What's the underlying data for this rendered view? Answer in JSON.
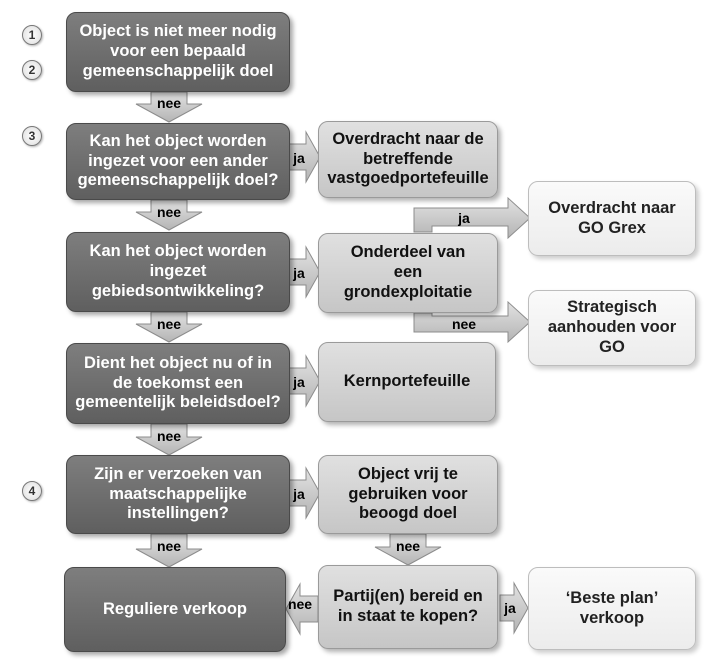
{
  "steps": [
    "1",
    "2",
    "3",
    "4"
  ],
  "boxes": {
    "q1": "Object is niet meer nodig voor een bepaald gemeenschappelijk  doel",
    "q2": "Kan het object worden ingezet voor een ander gemeenschappelijk  doel?",
    "q3": "Kan het object worden ingezet gebiedsontwikkeling?",
    "q4": "Dient het object nu of in de toekomst een gemeentelijk beleidsdoel?",
    "q5": "Zijn er verzoeken van maatschappelijke instellingen?",
    "sale": "Reguliere verkoop",
    "r1": "Overdracht naar de betreffende vastgoedportefeuille",
    "r2": "Onderdeel van een grondexploitatie",
    "r3": "Kernportefeuille",
    "r4": "Object vrij te gebruiken voor beoogd doel",
    "r5": "Partij(en) bereid en in staat te kopen?",
    "o1": "Overdracht naar GO Grex",
    "o2": "Strategisch aanhouden voor GO",
    "o3": "‘Beste plan’ verkoop"
  },
  "labels": {
    "nee": "nee",
    "ja": "ja"
  },
  "colors": {
    "dark_box": "#6e6e6e",
    "mid_box": "#d2d2d2",
    "light_box": "#f4f4f4",
    "arrow_fill": "#c8c8c8"
  }
}
